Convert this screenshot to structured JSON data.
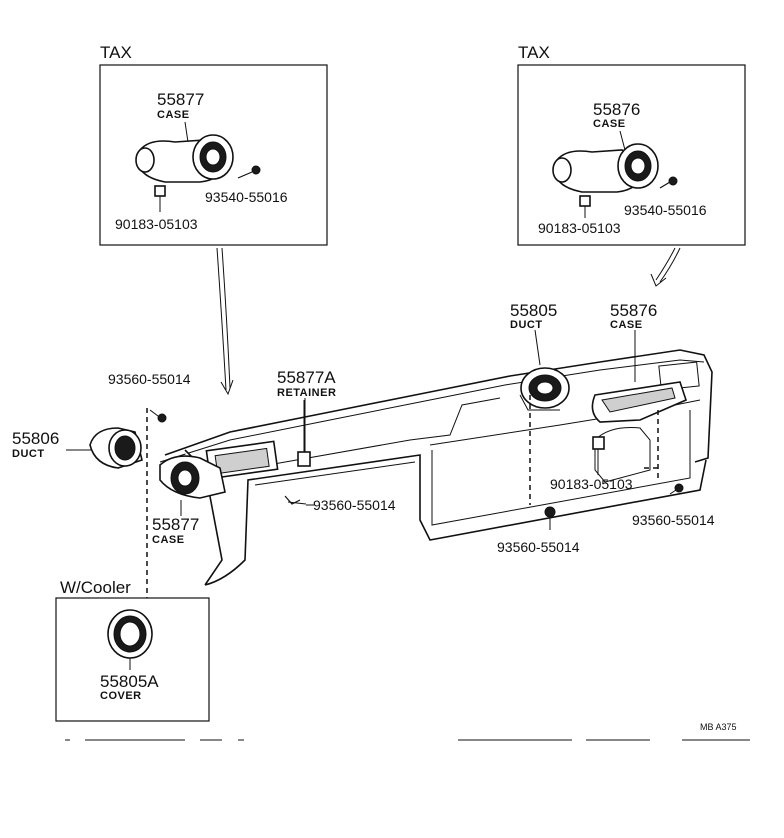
{
  "labels": {
    "tax_left": "TAX",
    "tax_right": "TAX",
    "inset_left_case_num": "55877",
    "inset_left_case_name": "CASE",
    "inset_left_screw": "93540-55016",
    "inset_left_nut": "90183-05103",
    "inset_right_case_num": "55876",
    "inset_right_case_name": "CASE",
    "inset_right_screw": "93540-55016",
    "inset_right_nut": "90183-05103",
    "duct_right_num": "55805",
    "duct_right_name": "DUCT",
    "case_right_num": "55876",
    "case_right_name": "CASE",
    "retainer_num": "55877A",
    "retainer_name": "RETAINER",
    "screw_top_left": "93560-55014",
    "duct_left_num": "55806",
    "duct_left_name": "DUCT",
    "screw_center": "93560-55014",
    "nut_right": "90183-05103",
    "screw_bottom_center": "93560-55014",
    "screw_bottom_right": "93560-55014",
    "case_left_num": "55877",
    "case_left_name": "CASE",
    "cooler_header": "W/Cooler",
    "cover_num": "55805A",
    "cover_name": "COVER",
    "drawing_code": "MB A375"
  }
}
